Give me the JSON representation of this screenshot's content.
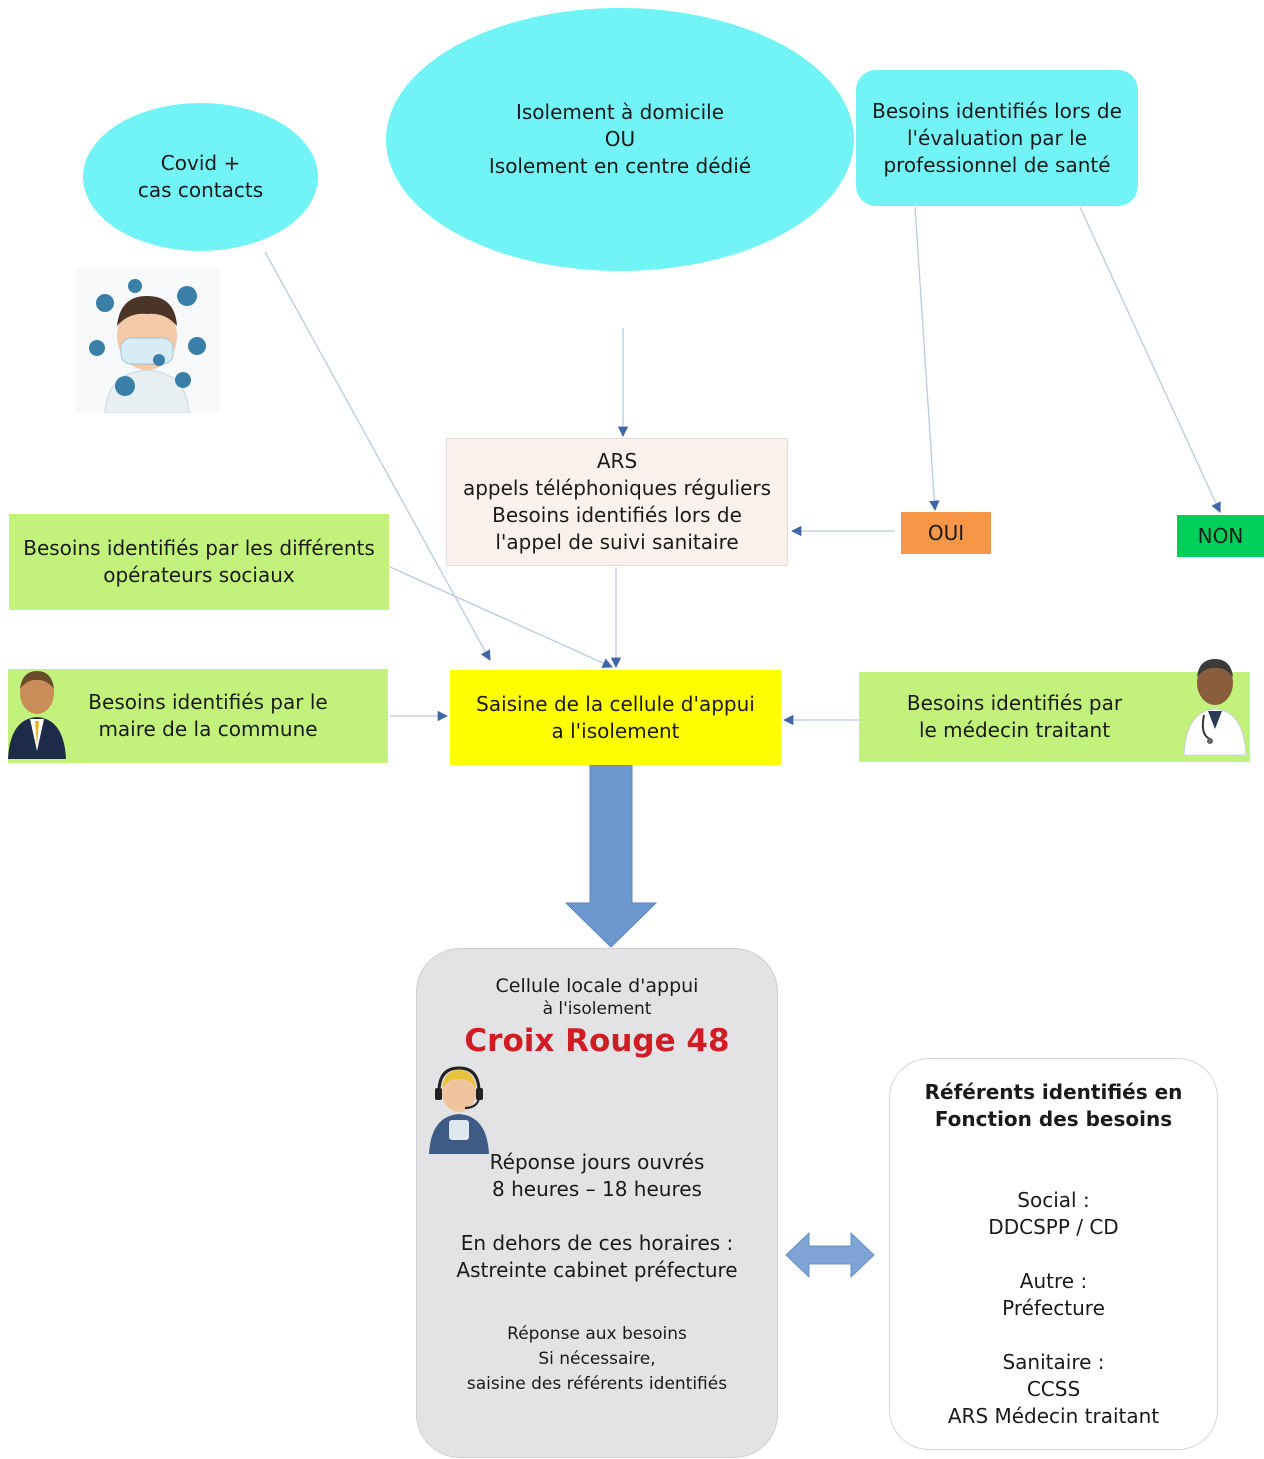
{
  "colors": {
    "cyan": "#72f4f6",
    "light_green": "#c2f27c",
    "yellow": "#ffff00",
    "beige": "#fbf1ec",
    "orange": "#f79646",
    "green": "#00d05a",
    "grey_box": "#e3e3e5",
    "brand_red": "#d01c23",
    "arrow_blue": "#6d98cf",
    "connector": "#9db8d9"
  },
  "nodes": {
    "covid": {
      "lines": [
        "Covid +",
        "cas contacts"
      ]
    },
    "isolement": {
      "lines": [
        "Isolement à domicile",
        "OU",
        "Isolement en centre dédié"
      ]
    },
    "evaluation": {
      "lines": [
        "Besoins identifiés lors de",
        "l'évaluation par le",
        "professionnel de santé"
      ]
    },
    "ars": {
      "lines": [
        "ARS",
        "appels téléphoniques réguliers",
        "Besoins identifiés lors de",
        "l'appel de suivi sanitaire"
      ]
    },
    "oui": {
      "label": "OUI"
    },
    "non": {
      "label": "NON"
    },
    "operateurs": {
      "lines": [
        "Besoins identifiés par les différents",
        "opérateurs sociaux"
      ]
    },
    "maire": {
      "lines": [
        "Besoins identifiés par le",
        "maire de la commune"
      ]
    },
    "saisine": {
      "lines": [
        "Saisine de la cellule d'appui",
        "a l'isolement"
      ]
    },
    "medecin": {
      "lines": [
        "Besoins identifiés par",
        "le médecin traitant"
      ]
    },
    "cellule": {
      "heading": [
        "Cellule locale d'appui",
        "à l'isolement"
      ],
      "brand": "Croix Rouge 48",
      "hours": [
        "Réponse jours ouvrés",
        "8 heures – 18 heures"
      ],
      "off_hours": [
        "En dehors de ces horaires :",
        "Astreinte cabinet préfecture"
      ],
      "response": [
        "Réponse aux besoins",
        "Si nécessaire,",
        "saisine des référents identifiés"
      ]
    },
    "referents": {
      "heading": [
        "Référents identifiés en",
        "Fonction des besoins"
      ],
      "social": [
        "Social :",
        "DDCSPP / CD"
      ],
      "autre": [
        "Autre :",
        "Préfecture"
      ],
      "sanitaire": [
        "Sanitaire :",
        "CCSS",
        "ARS Médecin traitant"
      ]
    }
  },
  "icons": {
    "virus_person": "masked-person-with-viruses-icon",
    "mayor": "businessman-avatar-icon",
    "doctor": "doctor-stethoscope-icon",
    "operator": "headset-operator-icon"
  }
}
